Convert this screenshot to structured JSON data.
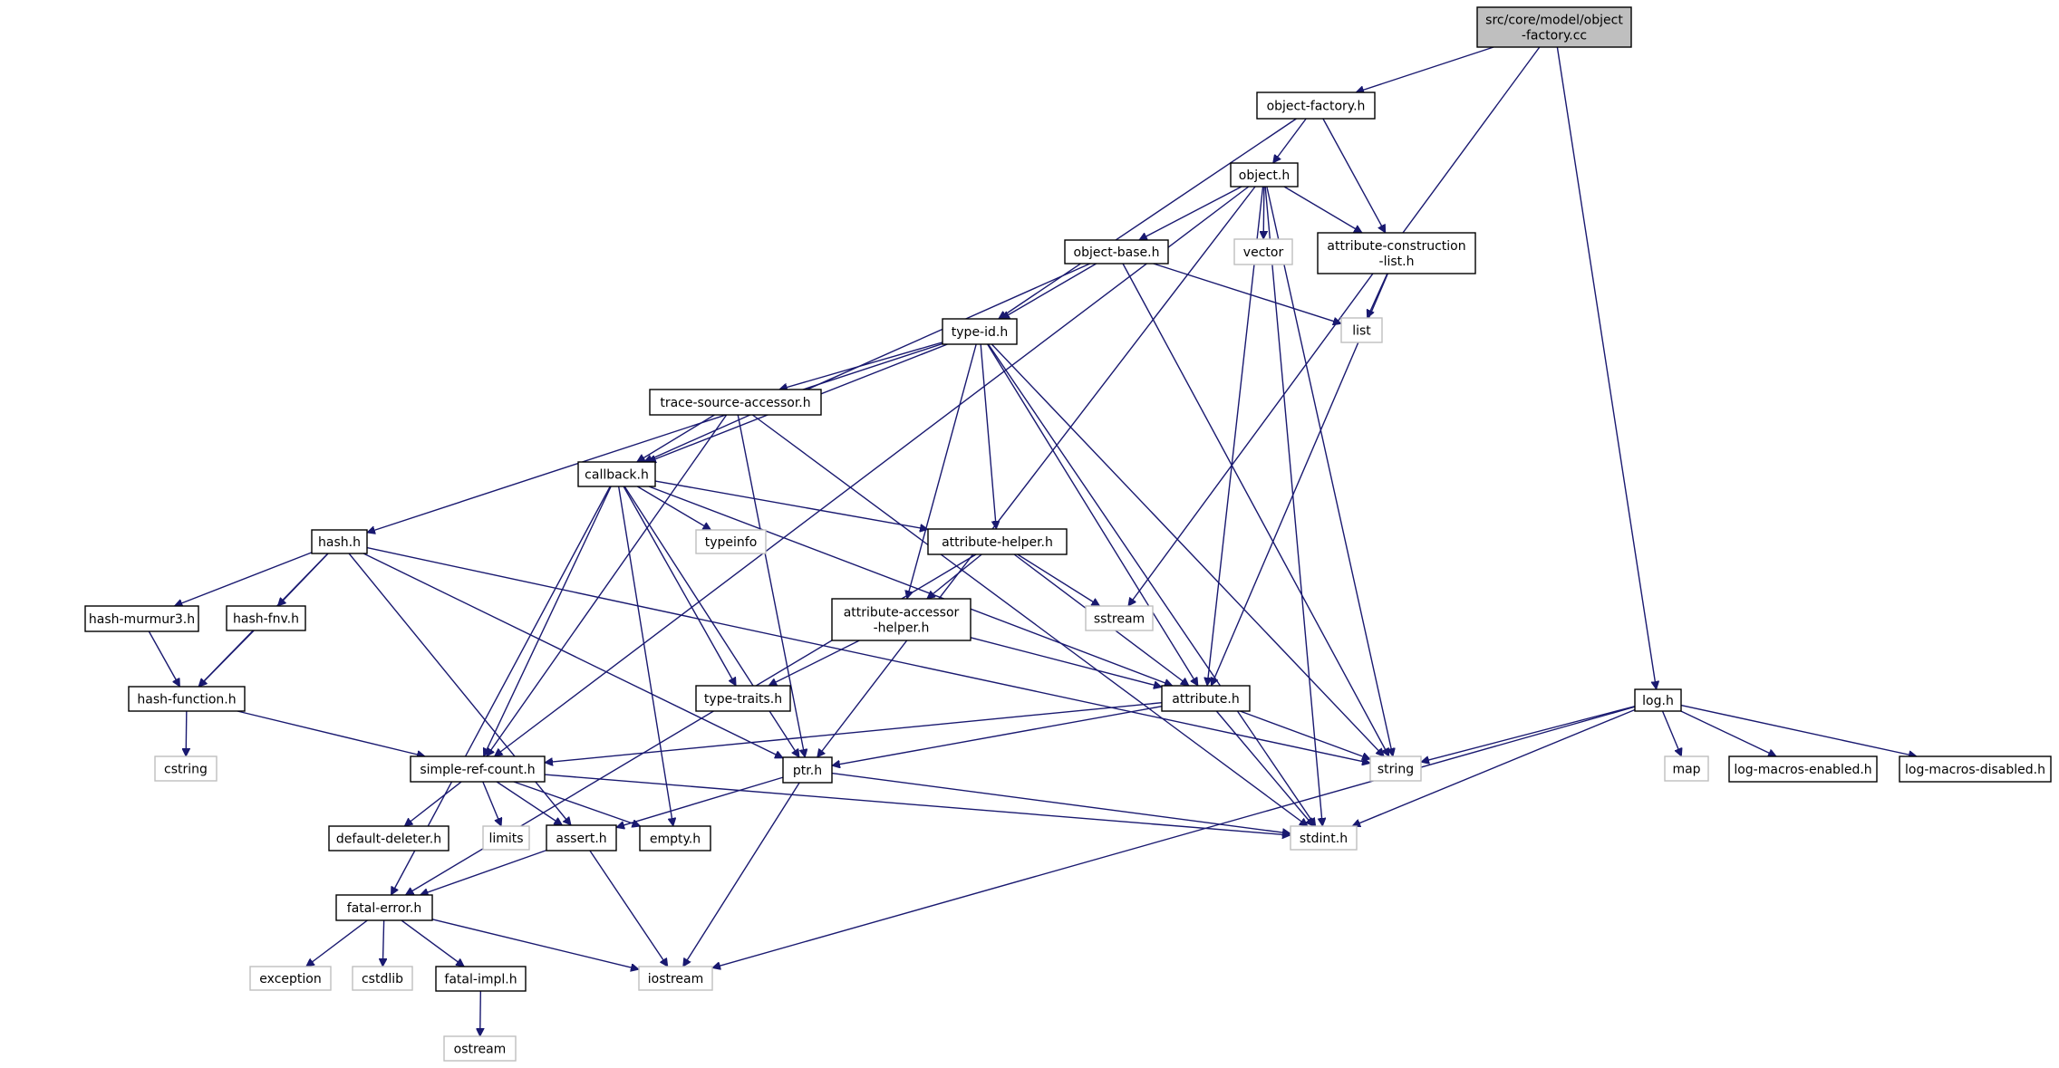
{
  "graph": {
    "nodes": [
      {
        "id": "root",
        "lines": [
          "src/core/model/object",
          "-factory.cc"
        ],
        "kind": "root"
      },
      {
        "id": "object-factory",
        "lines": [
          "object-factory.h"
        ],
        "kind": "doc"
      },
      {
        "id": "object",
        "lines": [
          "object.h"
        ],
        "kind": "doc"
      },
      {
        "id": "object-base",
        "lines": [
          "object-base.h"
        ],
        "kind": "doc"
      },
      {
        "id": "vector",
        "lines": [
          "vector"
        ],
        "kind": "sys"
      },
      {
        "id": "attr-construction",
        "lines": [
          "attribute-construction",
          "-list.h"
        ],
        "kind": "doc"
      },
      {
        "id": "list",
        "lines": [
          "list"
        ],
        "kind": "sys"
      },
      {
        "id": "type-id",
        "lines": [
          "type-id.h"
        ],
        "kind": "doc"
      },
      {
        "id": "trace-source",
        "lines": [
          "trace-source-accessor.h"
        ],
        "kind": "doc"
      },
      {
        "id": "callback",
        "lines": [
          "callback.h"
        ],
        "kind": "doc"
      },
      {
        "id": "typeinfo",
        "lines": [
          "typeinfo"
        ],
        "kind": "sys"
      },
      {
        "id": "hash",
        "lines": [
          "hash.h"
        ],
        "kind": "doc"
      },
      {
        "id": "attr-helper",
        "lines": [
          "attribute-helper.h"
        ],
        "kind": "doc"
      },
      {
        "id": "sstream",
        "lines": [
          "sstream"
        ],
        "kind": "sys"
      },
      {
        "id": "hash-murmur3",
        "lines": [
          "hash-murmur3.h"
        ],
        "kind": "doc"
      },
      {
        "id": "hash-fnv",
        "lines": [
          "hash-fnv.h"
        ],
        "kind": "doc"
      },
      {
        "id": "attr-accessor",
        "lines": [
          "attribute-accessor",
          "-helper.h"
        ],
        "kind": "doc"
      },
      {
        "id": "hash-function",
        "lines": [
          "hash-function.h"
        ],
        "kind": "doc"
      },
      {
        "id": "type-traits",
        "lines": [
          "type-traits.h"
        ],
        "kind": "doc"
      },
      {
        "id": "attribute",
        "lines": [
          "attribute.h"
        ],
        "kind": "doc"
      },
      {
        "id": "log",
        "lines": [
          "log.h"
        ],
        "kind": "doc"
      },
      {
        "id": "cstring",
        "lines": [
          "cstring"
        ],
        "kind": "sys"
      },
      {
        "id": "simple-ref",
        "lines": [
          "simple-ref-count.h"
        ],
        "kind": "doc"
      },
      {
        "id": "ptr",
        "lines": [
          "ptr.h"
        ],
        "kind": "doc"
      },
      {
        "id": "string",
        "lines": [
          "string"
        ],
        "kind": "sys"
      },
      {
        "id": "map",
        "lines": [
          "map"
        ],
        "kind": "sys"
      },
      {
        "id": "log-enabled",
        "lines": [
          "log-macros-enabled.h"
        ],
        "kind": "doc"
      },
      {
        "id": "log-disabled",
        "lines": [
          "log-macros-disabled.h"
        ],
        "kind": "doc"
      },
      {
        "id": "default-deleter",
        "lines": [
          "default-deleter.h"
        ],
        "kind": "doc"
      },
      {
        "id": "limits",
        "lines": [
          "limits"
        ],
        "kind": "sys"
      },
      {
        "id": "assert",
        "lines": [
          "assert.h"
        ],
        "kind": "doc"
      },
      {
        "id": "empty",
        "lines": [
          "empty.h"
        ],
        "kind": "doc"
      },
      {
        "id": "stdint",
        "lines": [
          "stdint.h"
        ],
        "kind": "sys"
      },
      {
        "id": "fatal-error",
        "lines": [
          "fatal-error.h"
        ],
        "kind": "doc"
      },
      {
        "id": "exception",
        "lines": [
          "exception"
        ],
        "kind": "sys"
      },
      {
        "id": "cstdlib",
        "lines": [
          "cstdlib"
        ],
        "kind": "sys"
      },
      {
        "id": "fatal-impl",
        "lines": [
          "fatal-impl.h"
        ],
        "kind": "doc"
      },
      {
        "id": "iostream",
        "lines": [
          "iostream"
        ],
        "kind": "sys"
      },
      {
        "id": "ostream",
        "lines": [
          "ostream"
        ],
        "kind": "sys"
      }
    ],
    "edges": [
      [
        "root",
        "object-factory"
      ],
      [
        "root",
        "sstream"
      ],
      [
        "root",
        "log"
      ],
      [
        "object-factory",
        "object"
      ],
      [
        "object-factory",
        "type-id"
      ],
      [
        "object-factory",
        "attr-construction"
      ],
      [
        "object",
        "object-base"
      ],
      [
        "object",
        "vector"
      ],
      [
        "object",
        "attr-construction"
      ],
      [
        "object",
        "simple-ref"
      ],
      [
        "object",
        "ptr"
      ],
      [
        "object",
        "attribute"
      ],
      [
        "object",
        "string"
      ],
      [
        "object",
        "stdint"
      ],
      [
        "object-base",
        "type-id"
      ],
      [
        "object-base",
        "callback"
      ],
      [
        "object-base",
        "list"
      ],
      [
        "object-base",
        "string"
      ],
      [
        "attr-construction",
        "list"
      ],
      [
        "attr-construction",
        "attribute"
      ],
      [
        "type-id",
        "trace-source"
      ],
      [
        "type-id",
        "callback"
      ],
      [
        "type-id",
        "hash"
      ],
      [
        "type-id",
        "attr-helper"
      ],
      [
        "type-id",
        "attr-accessor"
      ],
      [
        "type-id",
        "attribute"
      ],
      [
        "type-id",
        "string"
      ],
      [
        "type-id",
        "stdint"
      ],
      [
        "trace-source",
        "callback"
      ],
      [
        "trace-source",
        "simple-ref"
      ],
      [
        "trace-source",
        "ptr"
      ],
      [
        "trace-source",
        "stdint"
      ],
      [
        "callback",
        "typeinfo"
      ],
      [
        "callback",
        "attr-helper"
      ],
      [
        "callback",
        "attribute"
      ],
      [
        "callback",
        "type-traits"
      ],
      [
        "callback",
        "ptr"
      ],
      [
        "callback",
        "simple-ref"
      ],
      [
        "callback",
        "empty"
      ],
      [
        "callback",
        "fatal-error"
      ],
      [
        "hash",
        "hash-murmur3"
      ],
      [
        "hash",
        "hash-fnv"
      ],
      [
        "hash",
        "hash-function"
      ],
      [
        "hash",
        "assert"
      ],
      [
        "hash",
        "ptr"
      ],
      [
        "hash",
        "string"
      ],
      [
        "hash-murmur3",
        "hash-function"
      ],
      [
        "hash-fnv",
        "hash-function"
      ],
      [
        "hash-function",
        "cstring"
      ],
      [
        "hash-function",
        "simple-ref"
      ],
      [
        "attr-helper",
        "attr-accessor"
      ],
      [
        "attr-helper",
        "sstream"
      ],
      [
        "attr-helper",
        "attribute"
      ],
      [
        "attr-helper",
        "fatal-error"
      ],
      [
        "attr-accessor",
        "type-traits"
      ],
      [
        "attr-accessor",
        "attribute"
      ],
      [
        "attribute",
        "string"
      ],
      [
        "attribute",
        "simple-ref"
      ],
      [
        "attribute",
        "ptr"
      ],
      [
        "attribute",
        "stdint"
      ],
      [
        "log",
        "string"
      ],
      [
        "log",
        "map"
      ],
      [
        "log",
        "log-enabled"
      ],
      [
        "log",
        "log-disabled"
      ],
      [
        "log",
        "stdint"
      ],
      [
        "log",
        "iostream"
      ],
      [
        "simple-ref",
        "default-deleter"
      ],
      [
        "simple-ref",
        "limits"
      ],
      [
        "simple-ref",
        "assert"
      ],
      [
        "simple-ref",
        "empty"
      ],
      [
        "simple-ref",
        "stdint"
      ],
      [
        "ptr",
        "assert"
      ],
      [
        "ptr",
        "iostream"
      ],
      [
        "ptr",
        "stdint"
      ],
      [
        "assert",
        "fatal-error"
      ],
      [
        "assert",
        "iostream"
      ],
      [
        "fatal-error",
        "exception"
      ],
      [
        "fatal-error",
        "cstdlib"
      ],
      [
        "fatal-error",
        "fatal-impl"
      ],
      [
        "fatal-error",
        "iostream"
      ],
      [
        "fatal-impl",
        "ostream"
      ]
    ]
  }
}
